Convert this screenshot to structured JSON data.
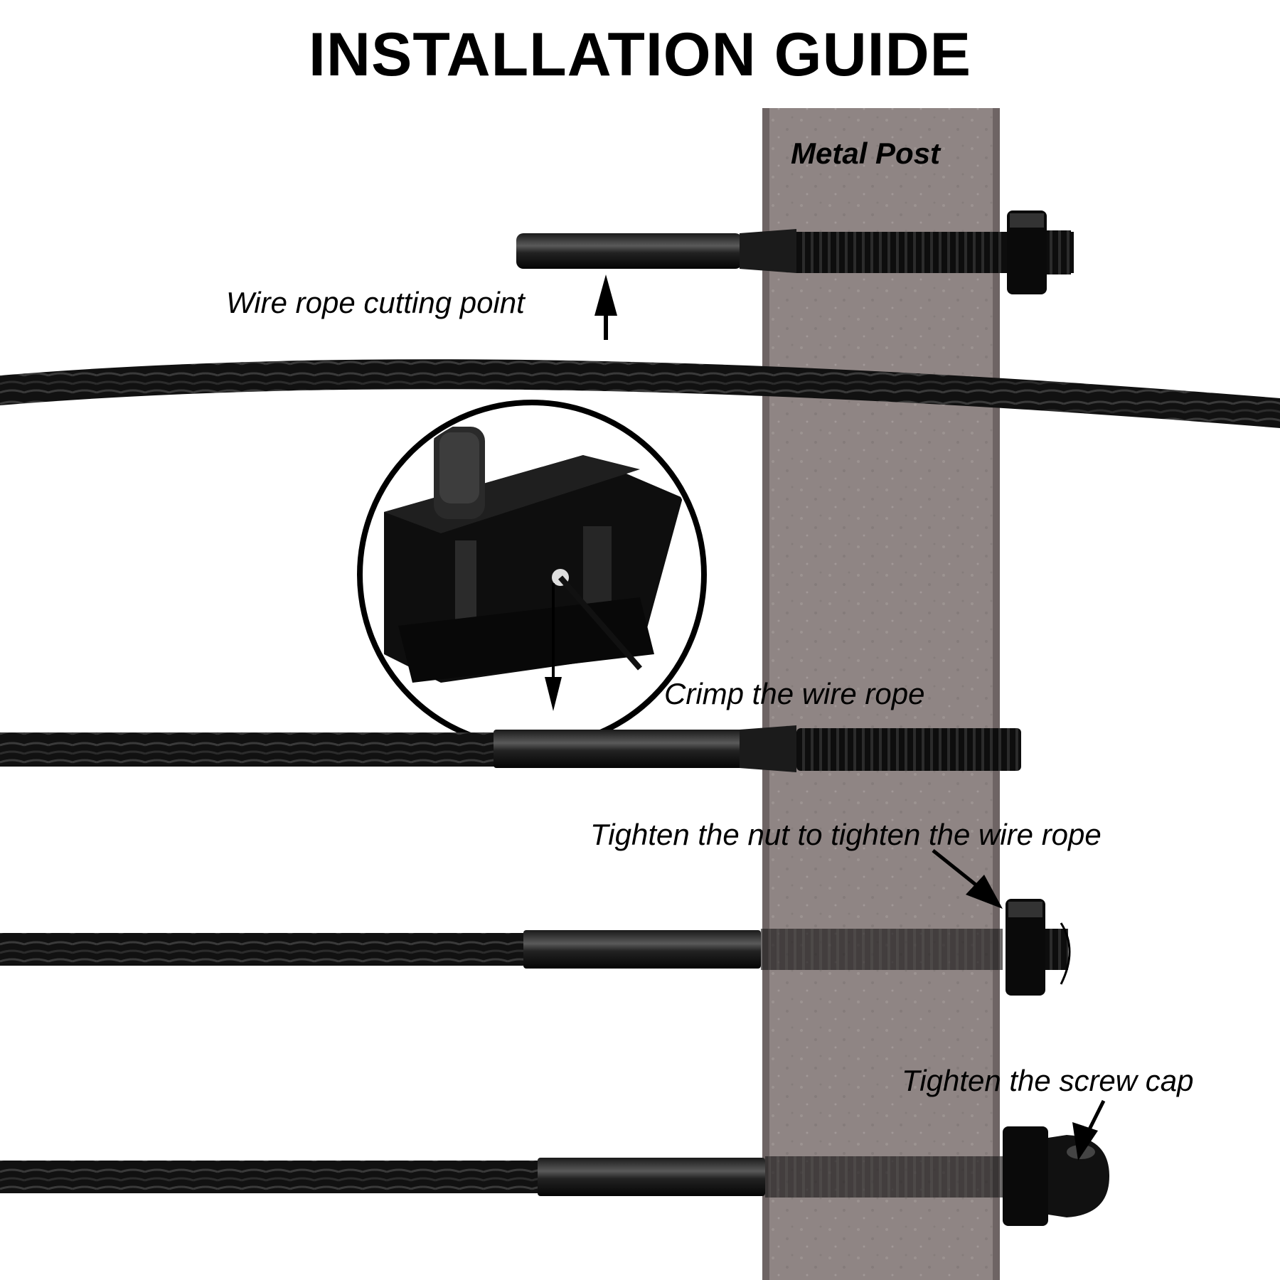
{
  "title": "INSTALLATION GUIDE",
  "post_label": "Metal Post",
  "steps": [
    {
      "label": "Wire rope cutting point"
    },
    {
      "label": "Crimp the wire rope"
    },
    {
      "label": "Tighten the nut to tighten the wire rope"
    },
    {
      "label": "Tighten the screw cap"
    }
  ],
  "colors": {
    "post": "#8f8584",
    "post_border": "#6e6464",
    "cable": "#111111",
    "hardware": "#0c0c0c",
    "background": "#ffffff"
  }
}
